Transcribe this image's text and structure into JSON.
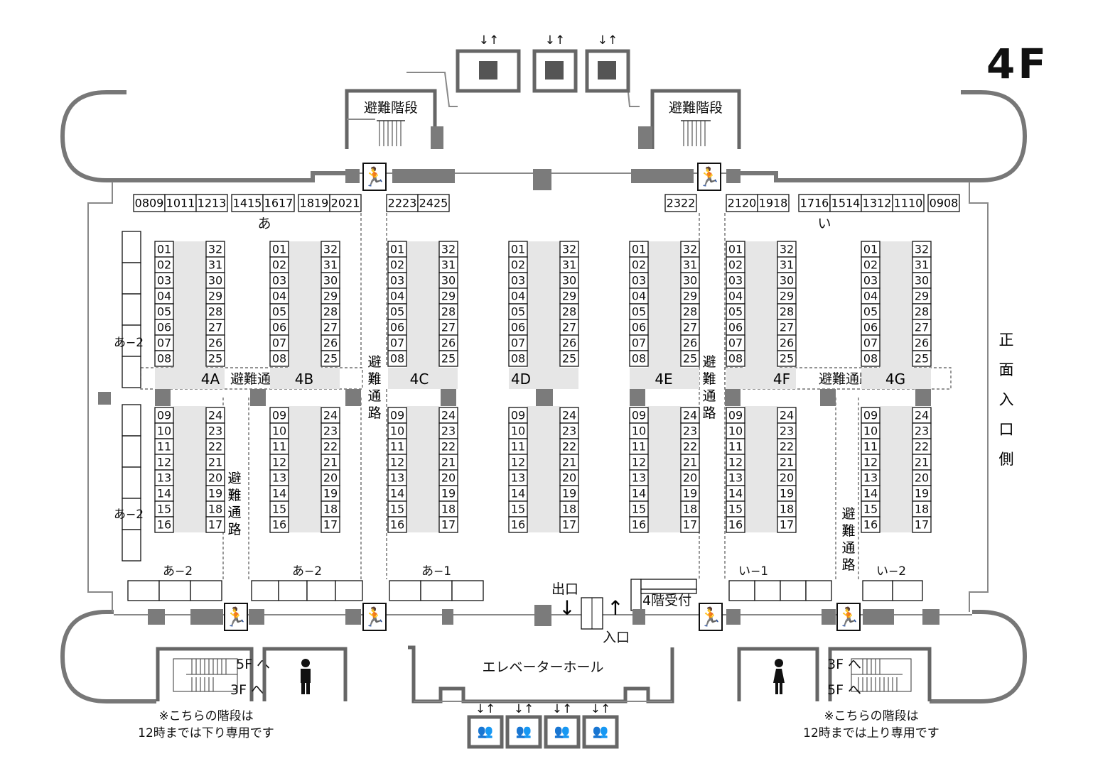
{
  "floor_title": "4F",
  "front_entrance_vertical": [
    "正",
    "面",
    "入",
    "口",
    "側"
  ],
  "labels": {
    "evac_stairs_left": "避難階段",
    "evac_stairs_right": "避難階段",
    "evac_passage": "避難通路",
    "evac_vertical": [
      "避",
      "難",
      "通",
      "路"
    ],
    "exit": "出口",
    "entrance": "入口",
    "reception": "4階受付",
    "elevator_hall": "エレベーターホール",
    "stairs_5f": "5F へ",
    "stairs_3f": "3F へ",
    "note_left_line1": "※こちらの階段は",
    "note_left_line2": "12時までは下り専用です",
    "note_right_line1": "※こちらの階段は",
    "note_right_line2": "12時までは上り専用です",
    "area_a": "あ",
    "area_i": "い",
    "a2_left_upper": "あ−2",
    "a2_left_lower": "あ−2",
    "bottom_a2_1": "あ−2",
    "bottom_a2_2": "あ−2",
    "bottom_a1": "あ−1",
    "bottom_i1": "い−1",
    "bottom_i2": "い−2"
  },
  "blocks": [
    "4A",
    "4B",
    "4C",
    "4D",
    "4E",
    "4F",
    "4G"
  ],
  "wall_booths_left": [
    "0809",
    "1011",
    "1213",
    "1415",
    "1617",
    "1819",
    "2021",
    "2223",
    "2425"
  ],
  "wall_booths_right": [
    "2322",
    "2120",
    "1918",
    "1716",
    "1514",
    "1312",
    "1110",
    "0908"
  ],
  "column_upper_left": [
    "01",
    "02",
    "03",
    "04",
    "05",
    "06",
    "07",
    "08"
  ],
  "column_upper_right": [
    "32",
    "31",
    "30",
    "29",
    "28",
    "27",
    "26",
    "25"
  ],
  "column_lower_left": [
    "09",
    "10",
    "11",
    "12",
    "13",
    "14",
    "15",
    "16"
  ],
  "column_lower_right": [
    "24",
    "23",
    "22",
    "21",
    "20",
    "19",
    "18",
    "17"
  ],
  "colors": {
    "wall": "#777777",
    "pillar": "#7b7b7b",
    "aisle": "#e6e6e6"
  },
  "icons": [
    "emergency-exit-icon",
    "elevator-luggage-icon",
    "person-icon",
    "men-restroom-icon",
    "women-restroom-icon",
    "arrow-up-icon",
    "arrow-down-icon"
  ]
}
